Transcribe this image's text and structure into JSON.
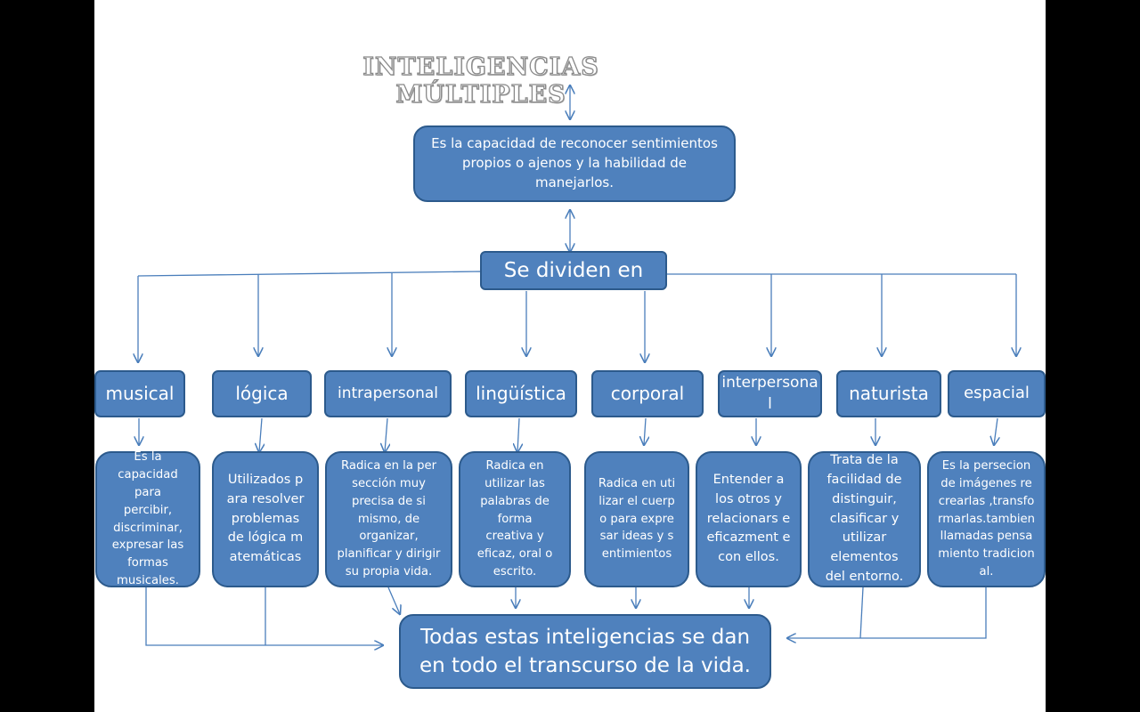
{
  "title": "INTELIGENCIAS MÚLTIPLES",
  "definition": "Es la capacidad de reconocer sentimientos propios o ajenos y la habilidad de manejarlos.",
  "divider": "Se dividen en",
  "categories": [
    {
      "name": "musical",
      "description": "Es la capacidad para percibir, discriminar, expresar las formas musicales."
    },
    {
      "name": "lógica",
      "description": "Utilizados para resolver problemas de lógica matemáticas"
    },
    {
      "name": "intrapersonal",
      "description": "Radica en la per sección muy precisa de si mismo, de organizar, planificar y dirigir su propia vida."
    },
    {
      "name": "lingüística",
      "description": "Radica en utilizar las palabras de forma creativa y eficaz, oral o escrito."
    },
    {
      "name": "corporal",
      "description": "Radica en utilizar el cuerpo para expresar ideas y sentimientos"
    },
    {
      "name": "interpersonal",
      "description": "Entender a los otros y relacionars e eficazment e con ellos."
    },
    {
      "name": "naturista",
      "description": "Trata de la facilidad de distinguir, clasificar y utilizar elementos del entorno."
    },
    {
      "name": "espacial",
      "description": "Es la persecion de imágenes recrearlas ,transformarlas.tambien llamadas pensamiento tradicional."
    }
  ],
  "conclusion": "Todas estas inteligencias se dan en todo el transcurso de la vida.",
  "colors": {
    "box_fill": "#4f81bd",
    "box_border": "#2c5a8c",
    "arrow": "#4a7ebb",
    "title": "#8a8a8a"
  }
}
